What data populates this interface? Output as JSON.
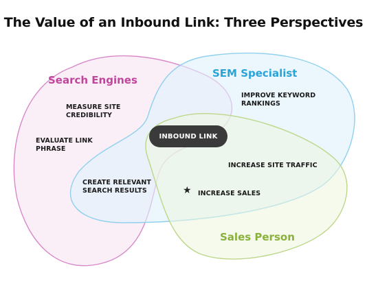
{
  "title": "The Value of an Inbound Link: Three Perspectives",
  "groups": {
    "search_engines": {
      "label": "Search Engines",
      "color": "#c0459c",
      "stroke": "#d888c8",
      "fill": "#f6e4f2"
    },
    "sem_specialist": {
      "label": "SEM Specialist",
      "color": "#2aa3d8",
      "stroke": "#8fd0ee",
      "fill": "#e0f2fb"
    },
    "sales_person": {
      "label": "Sales Person",
      "color": "#8ab13c",
      "stroke": "#bcd68a",
      "fill": "#eef5de"
    }
  },
  "center": {
    "label": "INBOUND LINK",
    "color": "#3a3a3a"
  },
  "items": {
    "measure_site_credibility": "MEASURE SITE\nCREDIBILITY",
    "evaluate_link_phrase": "EVALUATE LINK\nPHRASE",
    "create_relevant_search_results": "CREATE RELEVANT\nSEARCH RESULTS",
    "improve_keyword_rankings": "IMPROVE KEYWORD\nRANKINGS",
    "increase_site_traffic": "INCREASE SITE TRAFFIC",
    "increase_sales": "INCREASE SALES"
  },
  "icons": {
    "highlight": "star-icon"
  }
}
